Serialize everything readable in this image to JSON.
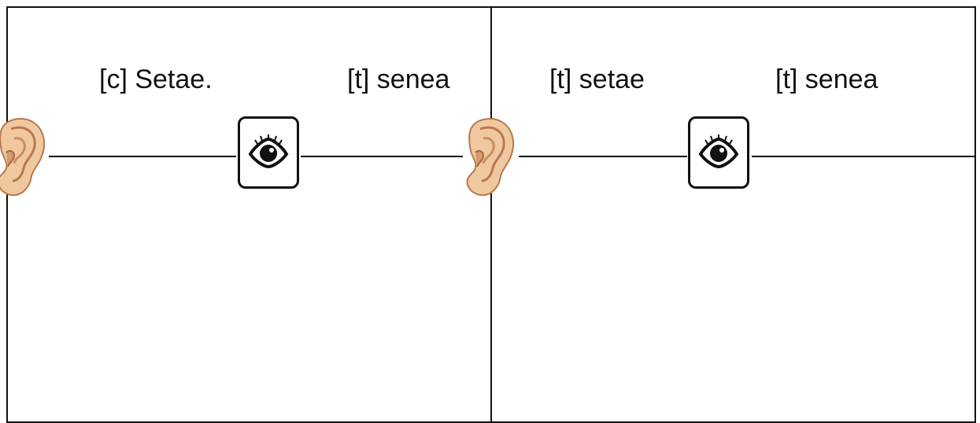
{
  "panels": [
    {
      "left_label": "[c] Setae.",
      "right_label": "[t] senea",
      "ear_icon": "ear-icon",
      "eye_icon": "eye-icon"
    },
    {
      "left_label": "[t] setae",
      "right_label": "[t] senea",
      "ear_icon": "ear-icon",
      "eye_icon": "eye-icon"
    }
  ],
  "colors": {
    "line": "#111111",
    "ear_fill": "#f0c8a0",
    "ear_shadow": "#c98d62",
    "eye_black": "#111111"
  }
}
